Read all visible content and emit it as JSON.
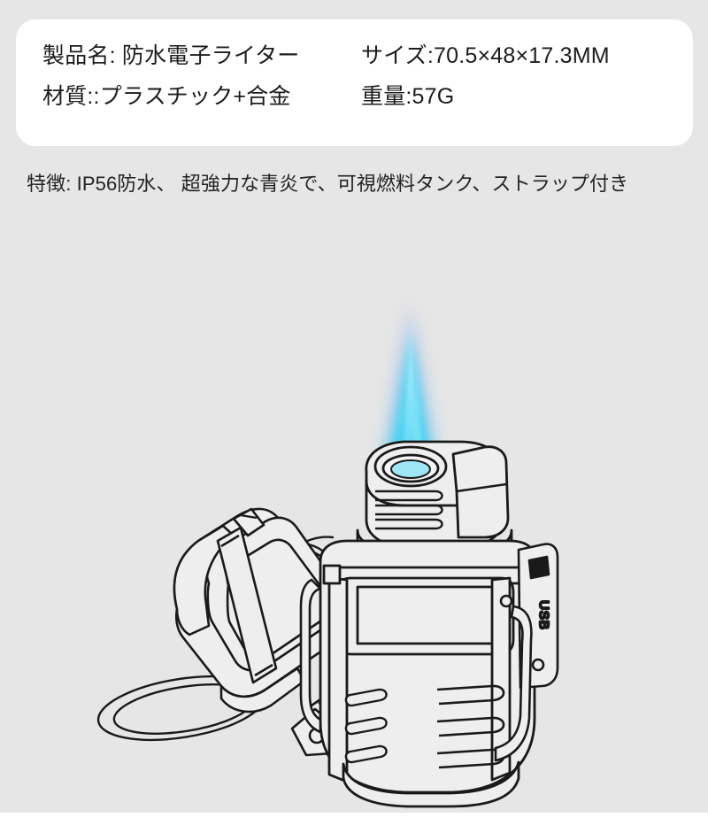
{
  "background": {
    "page_color": "#e6e6e6",
    "card_color": "#ffffff",
    "footer_color": "#ffffff"
  },
  "spec_card": {
    "rows": [
      {
        "label_value": "製品名: 防水電子ライター",
        "second": "サイズ:70.5×48×17.3MM"
      },
      {
        "label_value": "材質::プラスチック+合金",
        "second": "重量:57G"
      }
    ]
  },
  "feature": {
    "text": "特徴: IP56防水、 超強力な青炎で、可視燃料タンク、ストラップ付き"
  },
  "illustration": {
    "alt": "waterproof electronic lighter line drawing with open lid and blue torch flame",
    "line_color": "#1a1a1a",
    "fill_color": "#eeeeee",
    "flame": {
      "core_color": "#5ad8f0",
      "mid_color": "#62b7ee",
      "outer_color": "#8f9fe0",
      "label": "blue torch flame"
    },
    "port_label": "USB",
    "parts": [
      "lid",
      "hinge",
      "burner-head",
      "body",
      "grip-ridges",
      "fuel-window",
      "usb-port",
      "lanyard-cord",
      "cord-lock"
    ]
  }
}
